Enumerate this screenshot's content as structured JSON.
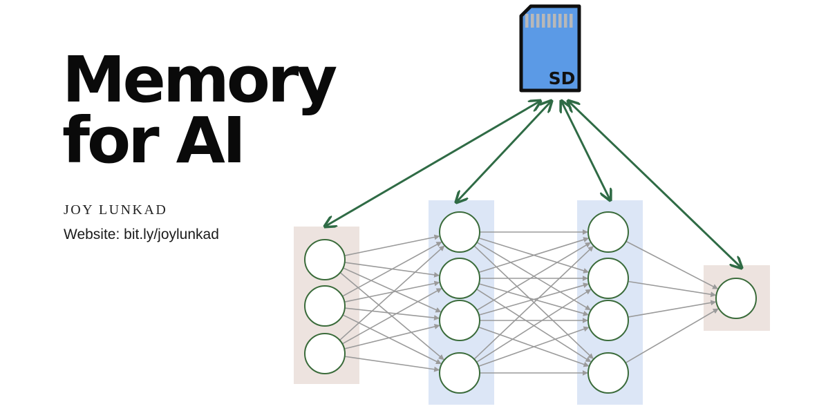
{
  "title": {
    "line1": "Memory",
    "line2": "for AI"
  },
  "author": "JOY LUNKAD",
  "website": "Website: bit.ly/joylunkad",
  "sd_card": {
    "label": "SD",
    "icon": "sd-card-icon",
    "fill_color": "#5b9ae6"
  },
  "network": {
    "layers": [
      {
        "role": "input",
        "neurons": 3,
        "band_color": "#ede3df"
      },
      {
        "role": "hidden",
        "neurons": 4,
        "band_color": "#dce6f6"
      },
      {
        "role": "hidden",
        "neurons": 4,
        "band_color": "#dce6f6"
      },
      {
        "role": "output",
        "neurons": 1,
        "band_color": "#ede3df"
      }
    ],
    "neuron_stroke_color": "#3a6b3a",
    "connection_color": "#9a9a9a",
    "memory_link_color": "#2f6b45"
  }
}
